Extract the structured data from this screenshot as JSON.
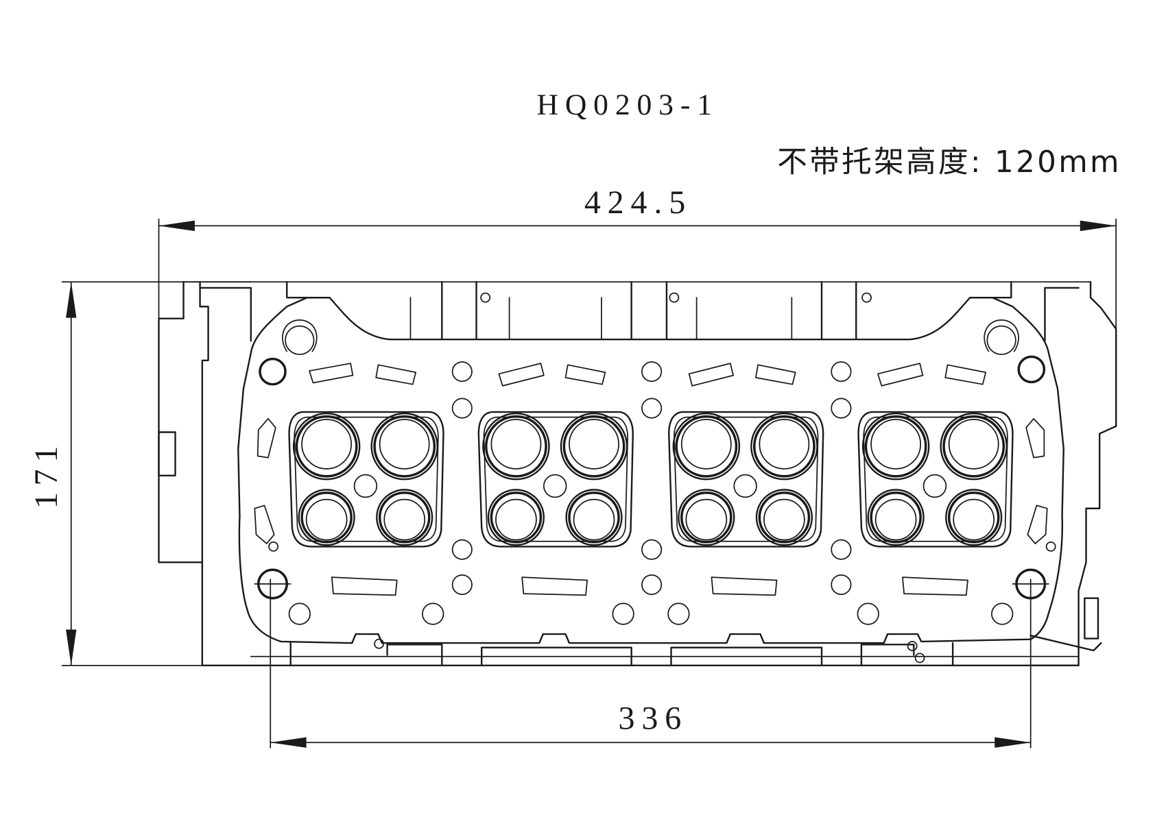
{
  "drawing": {
    "part_number": "HQ0203-1",
    "height_note": "不带托架高度: 120mm"
  },
  "dimensions": {
    "overall_length": "424.5",
    "height": "171",
    "bolt_spacing": "336"
  },
  "cylinders": [
    {
      "index": 1
    },
    {
      "index": 2
    },
    {
      "index": 3
    },
    {
      "index": 4
    }
  ],
  "style": {
    "line_color": "#1a1a1a",
    "background": "#ffffff"
  }
}
